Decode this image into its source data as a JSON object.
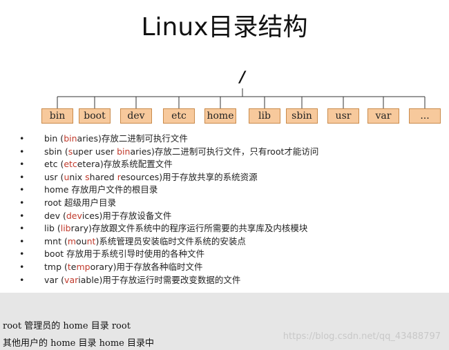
{
  "slide": {
    "title": "Linux目录结构",
    "root_label": "/",
    "directories": [
      "bin",
      "boot",
      "dev",
      "etc",
      "home",
      "lib",
      "sbin",
      "usr",
      "var",
      "..."
    ],
    "bullet_symbol": "•",
    "bullets": [
      [
        {
          "t": "bin ("
        },
        {
          "t": "bin",
          "hl": true
        },
        {
          "t": "aries)存放二进制可执行文件"
        }
      ],
      [
        {
          "t": "sbin ("
        },
        {
          "t": "s",
          "hl": true
        },
        {
          "t": "uper user "
        },
        {
          "t": "bin",
          "hl": true
        },
        {
          "t": "aries)存放二进制可执行文件，只有root才能访问"
        }
      ],
      [
        {
          "t": "etc ("
        },
        {
          "t": "etc",
          "hl": true
        },
        {
          "t": "etera)存放系统配置文件"
        }
      ],
      [
        {
          "t": "usr ("
        },
        {
          "t": "u",
          "hl": true
        },
        {
          "t": "nix "
        },
        {
          "t": "s",
          "hl": true
        },
        {
          "t": "hared "
        },
        {
          "t": "r",
          "hl": true
        },
        {
          "t": "esources)用于存放共享的系统资源"
        }
      ],
      [
        {
          "t": "home 存放用户文件的根目录"
        }
      ],
      [
        {
          "t": "root 超级用户目录"
        }
      ],
      [
        {
          "t": "dev ("
        },
        {
          "t": "dev",
          "hl": true
        },
        {
          "t": "ices)用于存放设备文件"
        }
      ],
      [
        {
          "t": "lib ("
        },
        {
          "t": "lib",
          "hl": true
        },
        {
          "t": "rary)存放跟文件系统中的程序运行所需要的共享库及内核模块"
        }
      ],
      [
        {
          "t": "mnt ("
        },
        {
          "t": "m",
          "hl": true
        },
        {
          "t": "ou"
        },
        {
          "t": "nt",
          "hl": true
        },
        {
          "t": ")系统管理员安装临时文件系统的安装点"
        }
      ],
      [
        {
          "t": "boot 存放用于系统引导时使用的各种文件"
        }
      ],
      [
        {
          "t": "tmp ("
        },
        {
          "t": "t",
          "hl": true
        },
        {
          "t": "e"
        },
        {
          "t": "mp",
          "hl": true
        },
        {
          "t": "orary)用于存放各种临时文件"
        }
      ],
      [
        {
          "t": "var ("
        },
        {
          "t": "var",
          "hl": true
        },
        {
          "t": "iable)用于存放运行时需要改变数据的文件"
        }
      ]
    ]
  },
  "captions": {
    "line1": "root 管理员的 home 目录 root",
    "line2": "其他用户的 home 目录 home 目录中"
  },
  "watermark": "https://blog.csdn.net/qq_43488797",
  "colors": {
    "box_fill": "#f7c99c",
    "box_border": "#c98a4a",
    "highlight": "#c0392b",
    "band": "#e6e6e6"
  }
}
